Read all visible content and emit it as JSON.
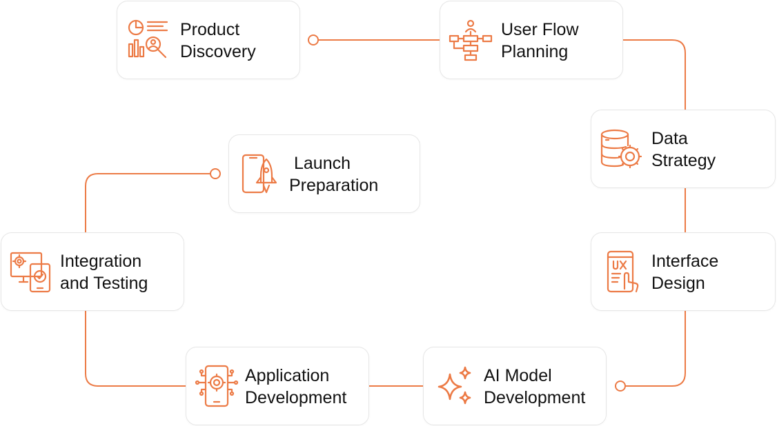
{
  "accent_color": "#ec7a45",
  "steps": {
    "product_discovery": {
      "line1": "Product",
      "line2": "Discovery",
      "icon": "analytics-search-icon"
    },
    "user_flow_planning": {
      "line1": "User Flow",
      "line2": "Planning",
      "icon": "flowchart-icon"
    },
    "data_strategy": {
      "line1": "Data",
      "line2": "Strategy",
      "icon": "database-gear-icon"
    },
    "interface_design": {
      "line1": "Interface",
      "line2": "Design",
      "icon": "ux-touch-icon"
    },
    "ai_model_development": {
      "line1": "AI Model",
      "line2": "Development",
      "icon": "sparkles-icon"
    },
    "application_development": {
      "line1": "Application",
      "line2": "Development",
      "icon": "mobile-gear-circuit-icon"
    },
    "integration_testing": {
      "line1": "Integration",
      "line2": "and Testing",
      "icon": "devices-check-icon"
    },
    "launch_preparation": {
      "line1": "Launch",
      "line2": "Preparation",
      "icon": "rocket-phone-icon"
    }
  }
}
